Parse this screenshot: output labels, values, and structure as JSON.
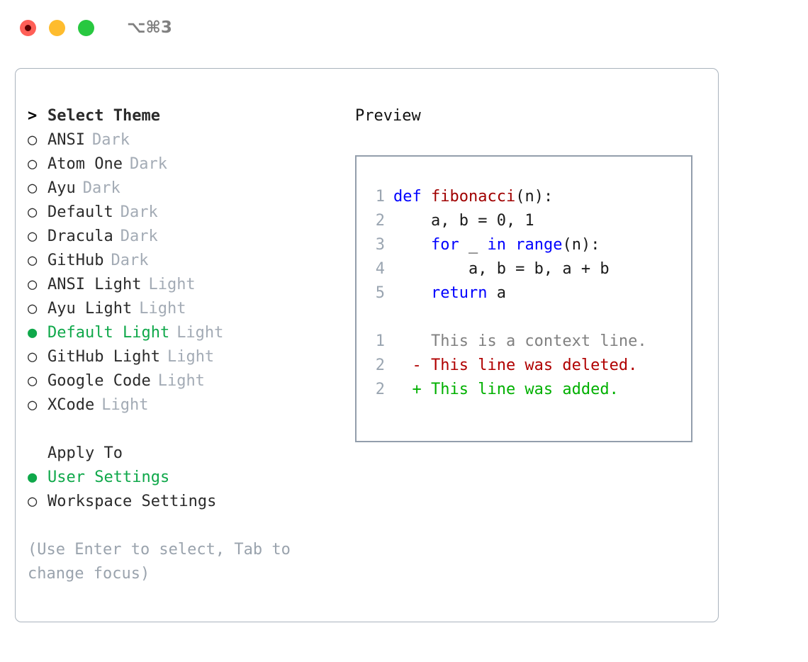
{
  "titlebar": {
    "buttons": [
      {
        "name": "close",
        "color": "#ff5f57"
      },
      {
        "name": "minimize",
        "color": "#febc2e"
      },
      {
        "name": "zoom",
        "color": "#28c840"
      }
    ],
    "shortcut": "⌥⌘3"
  },
  "theme_picker": {
    "header": "Select Theme",
    "header_marker": ">",
    "marker_unselected": "○",
    "marker_selected": "●",
    "items": [
      {
        "label": "ANSI",
        "category": "Dark",
        "selected": false
      },
      {
        "label": "Atom One",
        "category": "Dark",
        "selected": false
      },
      {
        "label": "Ayu",
        "category": "Dark",
        "selected": false
      },
      {
        "label": "Default",
        "category": "Dark",
        "selected": false
      },
      {
        "label": "Dracula",
        "category": "Dark",
        "selected": false
      },
      {
        "label": "GitHub",
        "category": "Dark",
        "selected": false
      },
      {
        "label": "ANSI Light",
        "category": "Light",
        "selected": false
      },
      {
        "label": "Ayu Light",
        "category": "Light",
        "selected": false
      },
      {
        "label": "Default Light",
        "category": "Light",
        "selected": true
      },
      {
        "label": "GitHub Light",
        "category": "Light",
        "selected": false
      },
      {
        "label": "Google Code",
        "category": "Light",
        "selected": false
      },
      {
        "label": "XCode",
        "category": "Light",
        "selected": false
      }
    ]
  },
  "apply_to": {
    "header": "Apply To",
    "items": [
      {
        "label": "User Settings",
        "selected": true
      },
      {
        "label": "Workspace Settings",
        "selected": false
      }
    ]
  },
  "hint": "(Use Enter to select, Tab to change focus)",
  "preview": {
    "title": "Preview",
    "code_lines": [
      {
        "n": "1",
        "tokens": [
          {
            "t": "def ",
            "c": "kw"
          },
          {
            "t": "fibonacci",
            "c": "fn"
          },
          {
            "t": "(n):",
            "c": "txt"
          }
        ]
      },
      {
        "n": "2",
        "tokens": [
          {
            "t": "    a, b = 0, 1",
            "c": "txt"
          }
        ]
      },
      {
        "n": "3",
        "tokens": [
          {
            "t": "    ",
            "c": "txt"
          },
          {
            "t": "for",
            "c": "kw"
          },
          {
            "t": " _ ",
            "c": "txt"
          },
          {
            "t": "in",
            "c": "kw"
          },
          {
            "t": " ",
            "c": "txt"
          },
          {
            "t": "range",
            "c": "kw"
          },
          {
            "t": "(n):",
            "c": "txt"
          }
        ]
      },
      {
        "n": "4",
        "tokens": [
          {
            "t": "        a, b = b, a + b",
            "c": "txt"
          }
        ]
      },
      {
        "n": "5",
        "tokens": [
          {
            "t": "    ",
            "c": "txt"
          },
          {
            "t": "return",
            "c": "kw"
          },
          {
            "t": " a",
            "c": "txt"
          }
        ]
      }
    ],
    "diff_lines": [
      {
        "n": "1",
        "marker": " ",
        "text": "This is a context line.",
        "kind": "diff-ctx"
      },
      {
        "n": "2",
        "marker": "-",
        "text": "This line was deleted.",
        "kind": "diff-del"
      },
      {
        "n": "2",
        "marker": "+",
        "text": "This line was added.",
        "kind": "diff-add"
      }
    ]
  },
  "colors": {
    "accent_green": "#0fa84a",
    "muted": "#a3abb5",
    "keyword_blue": "#0000ff",
    "function_red": "#a00000",
    "diff_add": "#00b000",
    "diff_del": "#b00000"
  }
}
